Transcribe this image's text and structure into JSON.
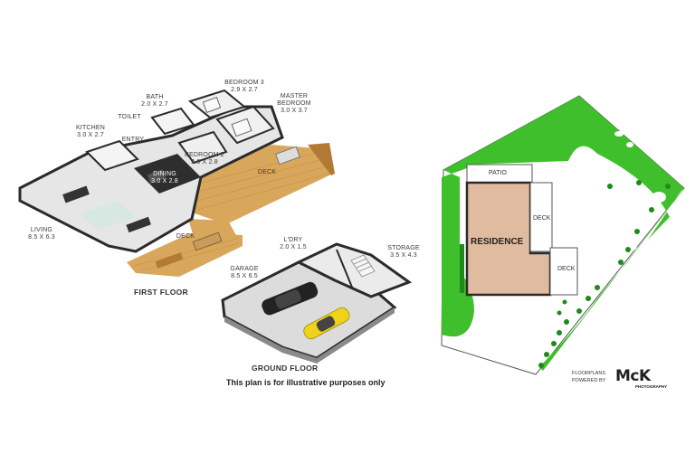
{
  "first_floor": {
    "title": "FIRST FLOOR",
    "rooms": {
      "bedroom3": {
        "name": "BEDROOM 3",
        "size": "2.9 x 2.7"
      },
      "master": {
        "name1": "MASTER",
        "name2": "BEDROOM",
        "size": "3.0 x 3.7"
      },
      "bath": {
        "name": "BATH",
        "size": "2.0 x 2.7"
      },
      "toilet": {
        "name": "TOILET"
      },
      "kitchen": {
        "name": "KITCHEN",
        "size": "3.0 x 2.7"
      },
      "entry": {
        "name": "ENTRY"
      },
      "bedroom2": {
        "name": "BEDROOM 2",
        "size": "3.0 x 2.8"
      },
      "dining": {
        "name": "DINING",
        "size": "3.0 x 2.8"
      },
      "deck_upper": {
        "name": "DECK"
      },
      "living": {
        "name": "LIVING",
        "size": "8.5 x 6.3"
      },
      "deck_lower": {
        "name": "DECK"
      }
    }
  },
  "ground_floor": {
    "title": "GROUND FLOOR",
    "rooms": {
      "laundry": {
        "name": "L'DRY",
        "size": "2.0 x 1.5"
      },
      "storage": {
        "name": "STORAGE",
        "size": "3.5 x 4.3"
      },
      "garage": {
        "name": "GARAGE",
        "size": "8.5 x 6.5"
      }
    }
  },
  "site_plan": {
    "patio": "PATIO",
    "residence": "RESIDENCE",
    "deck_upper": "DECK",
    "deck_lower": "DECK"
  },
  "disclaimer": "This plan is for illustrative purposes only",
  "branding": {
    "line1": "FLOORPLANS",
    "line2": "POWERED BY",
    "logo": "McK",
    "sub": "PHOTOGRAPHY"
  },
  "colors": {
    "lawn": "#3fbf2b",
    "residence": "#e1bb9f",
    "deck": "#d9a75c",
    "wall": "#2b2b2b",
    "floor": "#e8e8e8"
  }
}
